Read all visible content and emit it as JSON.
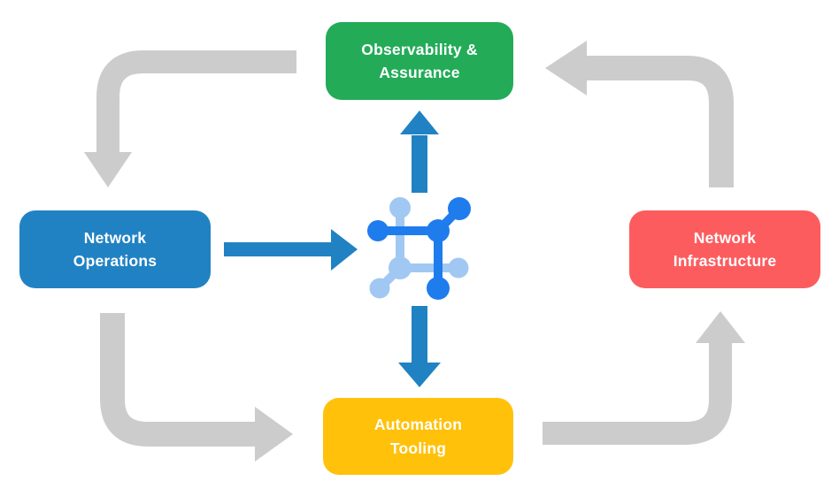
{
  "diagram": {
    "name": "network-automation-lifecycle",
    "background": "#FFFFFF",
    "nodes": {
      "observability": {
        "label": "Observability & Assurance",
        "color": "#23AB58"
      },
      "operations": {
        "label": "Network Operations",
        "color": "#2182C3"
      },
      "infrastructure": {
        "label": "Network Infrastructure",
        "color": "#FC5C5E"
      },
      "automation": {
        "label": "Automation Tooling",
        "color": "#FFC10A"
      }
    },
    "colors": {
      "cycle_arrow": "#CCCCCC",
      "flow_arrow": "#2182C3",
      "icon_dark_blue": "#1F7CED",
      "icon_light_blue": "#A0C8F2",
      "label_text": "#FFFFFF"
    },
    "center_icon": "network-automation-icon",
    "cycle_arrows": [
      {
        "from": "observability",
        "to": "operations"
      },
      {
        "from": "operations",
        "to": "automation"
      },
      {
        "from": "automation",
        "to": "infrastructure"
      },
      {
        "from": "infrastructure",
        "to": "observability"
      }
    ],
    "flow_arrows": [
      {
        "from": "operations",
        "to": "center-icon"
      },
      {
        "from": "center-icon",
        "to": "observability"
      },
      {
        "from": "center-icon",
        "to": "automation"
      }
    ]
  }
}
